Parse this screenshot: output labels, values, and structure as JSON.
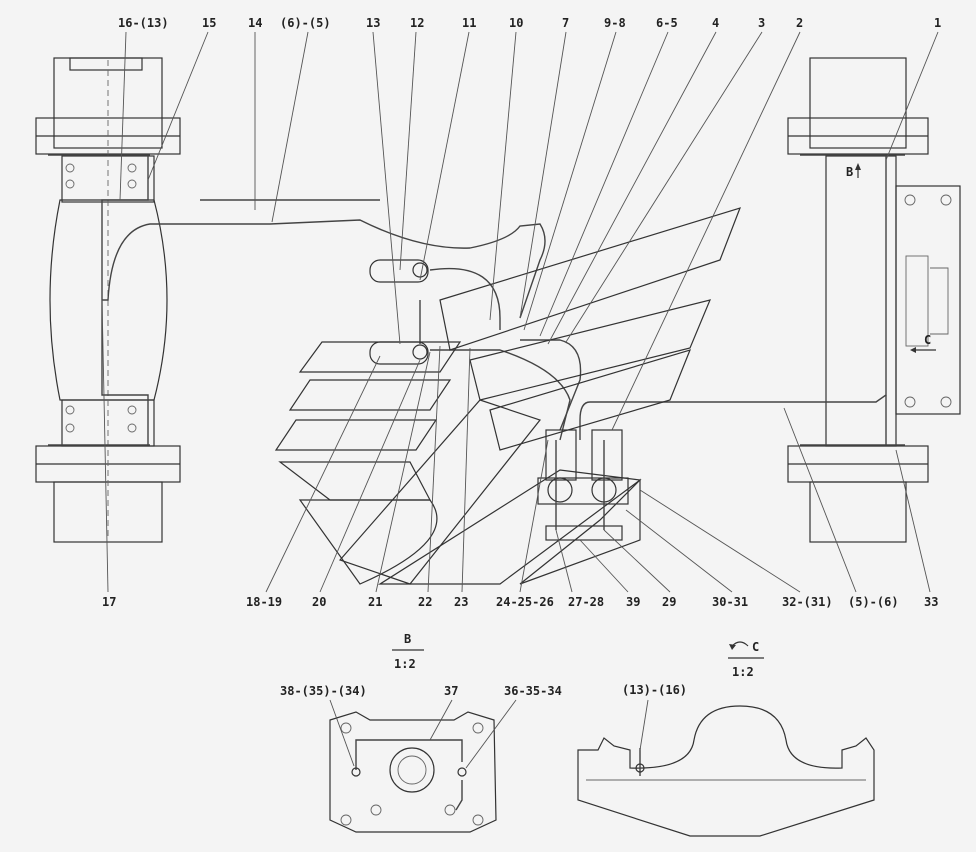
{
  "top_labels": [
    "16-(13)",
    "15",
    "14",
    "(6)-(5)",
    "13",
    "12",
    "11",
    "10",
    "7",
    "9-8",
    "6-5",
    "4",
    "3",
    "2",
    "1"
  ],
  "bottom_labels": [
    "17",
    "18-19",
    "20",
    "21",
    "22",
    "23",
    "24-25-26",
    "27-28",
    "39",
    "29",
    "30-31",
    "32-(31)",
    "(5)-(6)",
    "33"
  ],
  "misc_labels": {
    "b_mark": "B",
    "c_mark": "C"
  },
  "view_b": {
    "title": "B",
    "scale": "1:2",
    "labels": [
      "38-(35)-(34)",
      "37",
      "36-35-34"
    ]
  },
  "view_c": {
    "title": "C",
    "scale": "1:2",
    "labels": [
      "(13)-(16)"
    ]
  }
}
